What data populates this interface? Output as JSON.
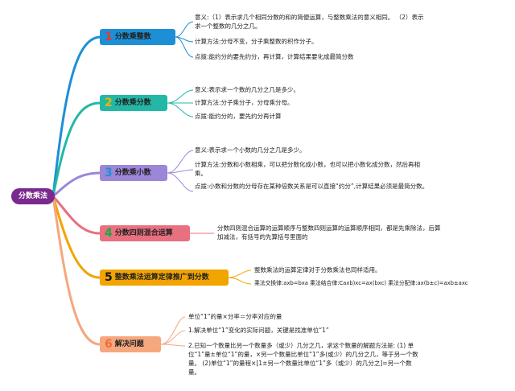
{
  "root": {
    "label": "分数乘法",
    "color": "#7a2a8e"
  },
  "branches": [
    {
      "num": "1",
      "label": "分数乘整数",
      "color": "#1d8fd6",
      "num_color": "#e23b2e",
      "notes": [
        "意义:（1）表示求几个相同分数的和的简便运算，与整数乘法的意义相同。 （2）表示求一个整数的几分之几。",
        "计算方法:分母不变，分子乘整数的积作分子。",
        "点拨:能约分的要先约分，再计算，计算结果要化成最简分数"
      ]
    },
    {
      "num": "2",
      "label": "分数乘分数",
      "color": "#23b8a6",
      "num_color": "#f0b400",
      "notes": [
        "意义:表示求一个数的几分之几是多少。",
        "计算方法:分子乘分子，分母乘分母。",
        "点拨:能约分的，要先约分再计算"
      ]
    },
    {
      "num": "3",
      "label": "分数乘小数",
      "color": "#9b86d8",
      "num_color": "#1d8fd6",
      "notes": [
        "意义:表示求一个小数的几分之几是多少。",
        "计算方法:分数和小数相乘，可以把分数化成小数，也可以把小数化成分数，然后再相乘。",
        "点拨:小数和分数的分母存在某种倍数关系是可以直接“约分”,计算结果必须是最简分数。"
      ]
    },
    {
      "num": "4",
      "label": "分数四则混合运算",
      "color": "#e8707f",
      "num_color": "#1aa84a",
      "notes": [
        "分数四则混合运算的运算顺序与整数四则运算的运算顺序相同，都是先乘除法，后算加减法，有括号的先算括号里面的"
      ]
    },
    {
      "num": "5",
      "label": "整数乘法运算定律推广到分数",
      "color": "#f2a400",
      "num_color": "#1a1a1a",
      "notes": [
        "整数乘法的运算定律对于分数乘法也同样适用。",
        "乘法交换律:axb=bxa 乘法结合律:Caxb)xc=ax(bxc) 乘法分配律:ax(b±c)=axb±axc"
      ]
    },
    {
      "num": "6",
      "label": "解决问题",
      "color": "#f5a77e",
      "num_color": "#f26b3a",
      "notes": [
        "单位“1”的量×分率＝分率对应的量",
        "1.解决单位“1”变化的实际问题，关键是找准单位“1”",
        "2.已知一个数量比另一个数量多（或少）几分之几，求这个数量的解题方法是: (1) 单位“1”量±单位“1”的量，×另一个数量比单位“1”多(或少）的几分之几，等于另一个数量。 (2)单位“1”的量程×[1±另一个数量比单位“1”多（或少）的几分之]=另一个数量。"
      ]
    }
  ]
}
